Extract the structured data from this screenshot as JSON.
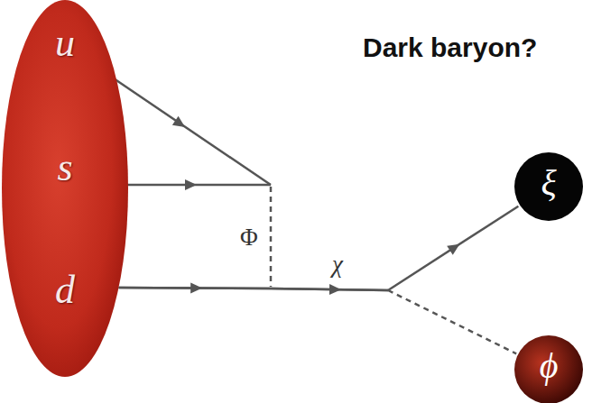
{
  "diagram": {
    "nodes": [
      {
        "text": [
          "u",
          "s",
          "d"
        ]
      },
      {
        "text": [
          "ξ"
        ]
      },
      {
        "text": [
          "ϕ"
        ]
      }
    ],
    "edges": [
      {
        "from": 0,
        "to": 1,
        "arrow": "to"
      },
      {
        "from": 0,
        "to": 2,
        "arrow": "none"
      }
    ],
    "labels": [
      "Dark baryon?",
      "Φ",
      "χ"
    ]
  }
}
